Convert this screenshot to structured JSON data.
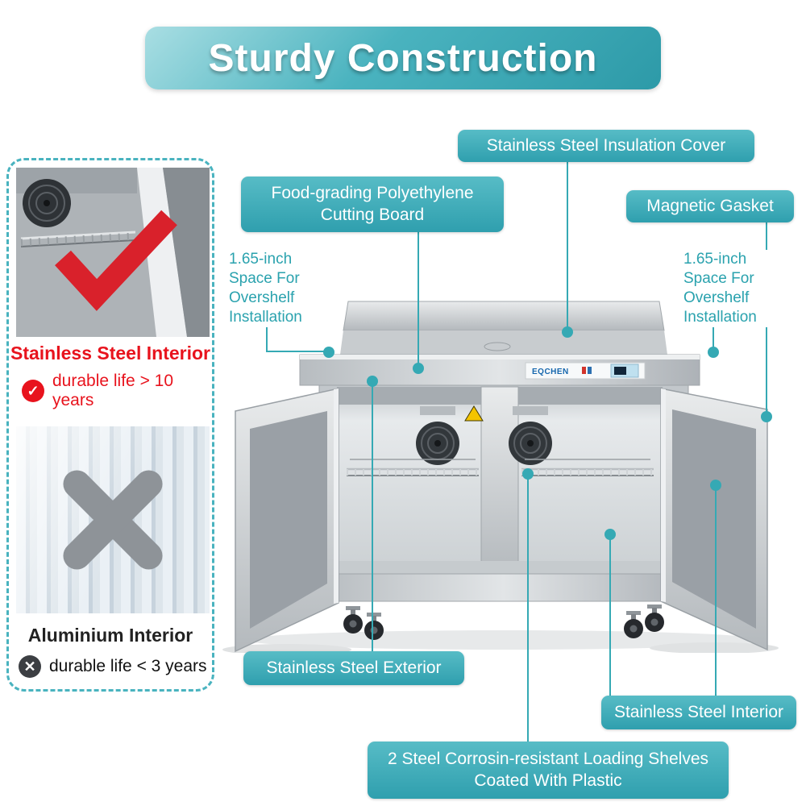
{
  "title": "Sturdy Construction",
  "brand": "EQCHEN",
  "comparison": {
    "good_label": "Stainless Steel Interior",
    "good_note": "durable life > 10 years",
    "bad_label": "Aluminium Interior",
    "bad_note": "durable life < 3 years"
  },
  "callouts": {
    "insulation_cover": "Stainless Steel Insulation Cover",
    "cutting_board": "Food-grading Polyethylene Cutting Board",
    "magnetic_gasket": "Magnetic Gasket",
    "overshelf_left": "1.65-inch Space For Overshelf Installation",
    "overshelf_right": "1.65-inch Space For Overshelf Installation",
    "exterior": "Stainless Steel Exterior",
    "interior": "Stainless Steel Interior",
    "shelves": "2 Steel Corrosin-resistant Loading Shelves Coated With Plastic"
  },
  "icons": {
    "check": "✓",
    "cross": "✕"
  },
  "colors": {
    "teal": "#35a9b4",
    "red": "#e8131d",
    "dark": "#3c3f43",
    "steel": "#c6cacd"
  }
}
